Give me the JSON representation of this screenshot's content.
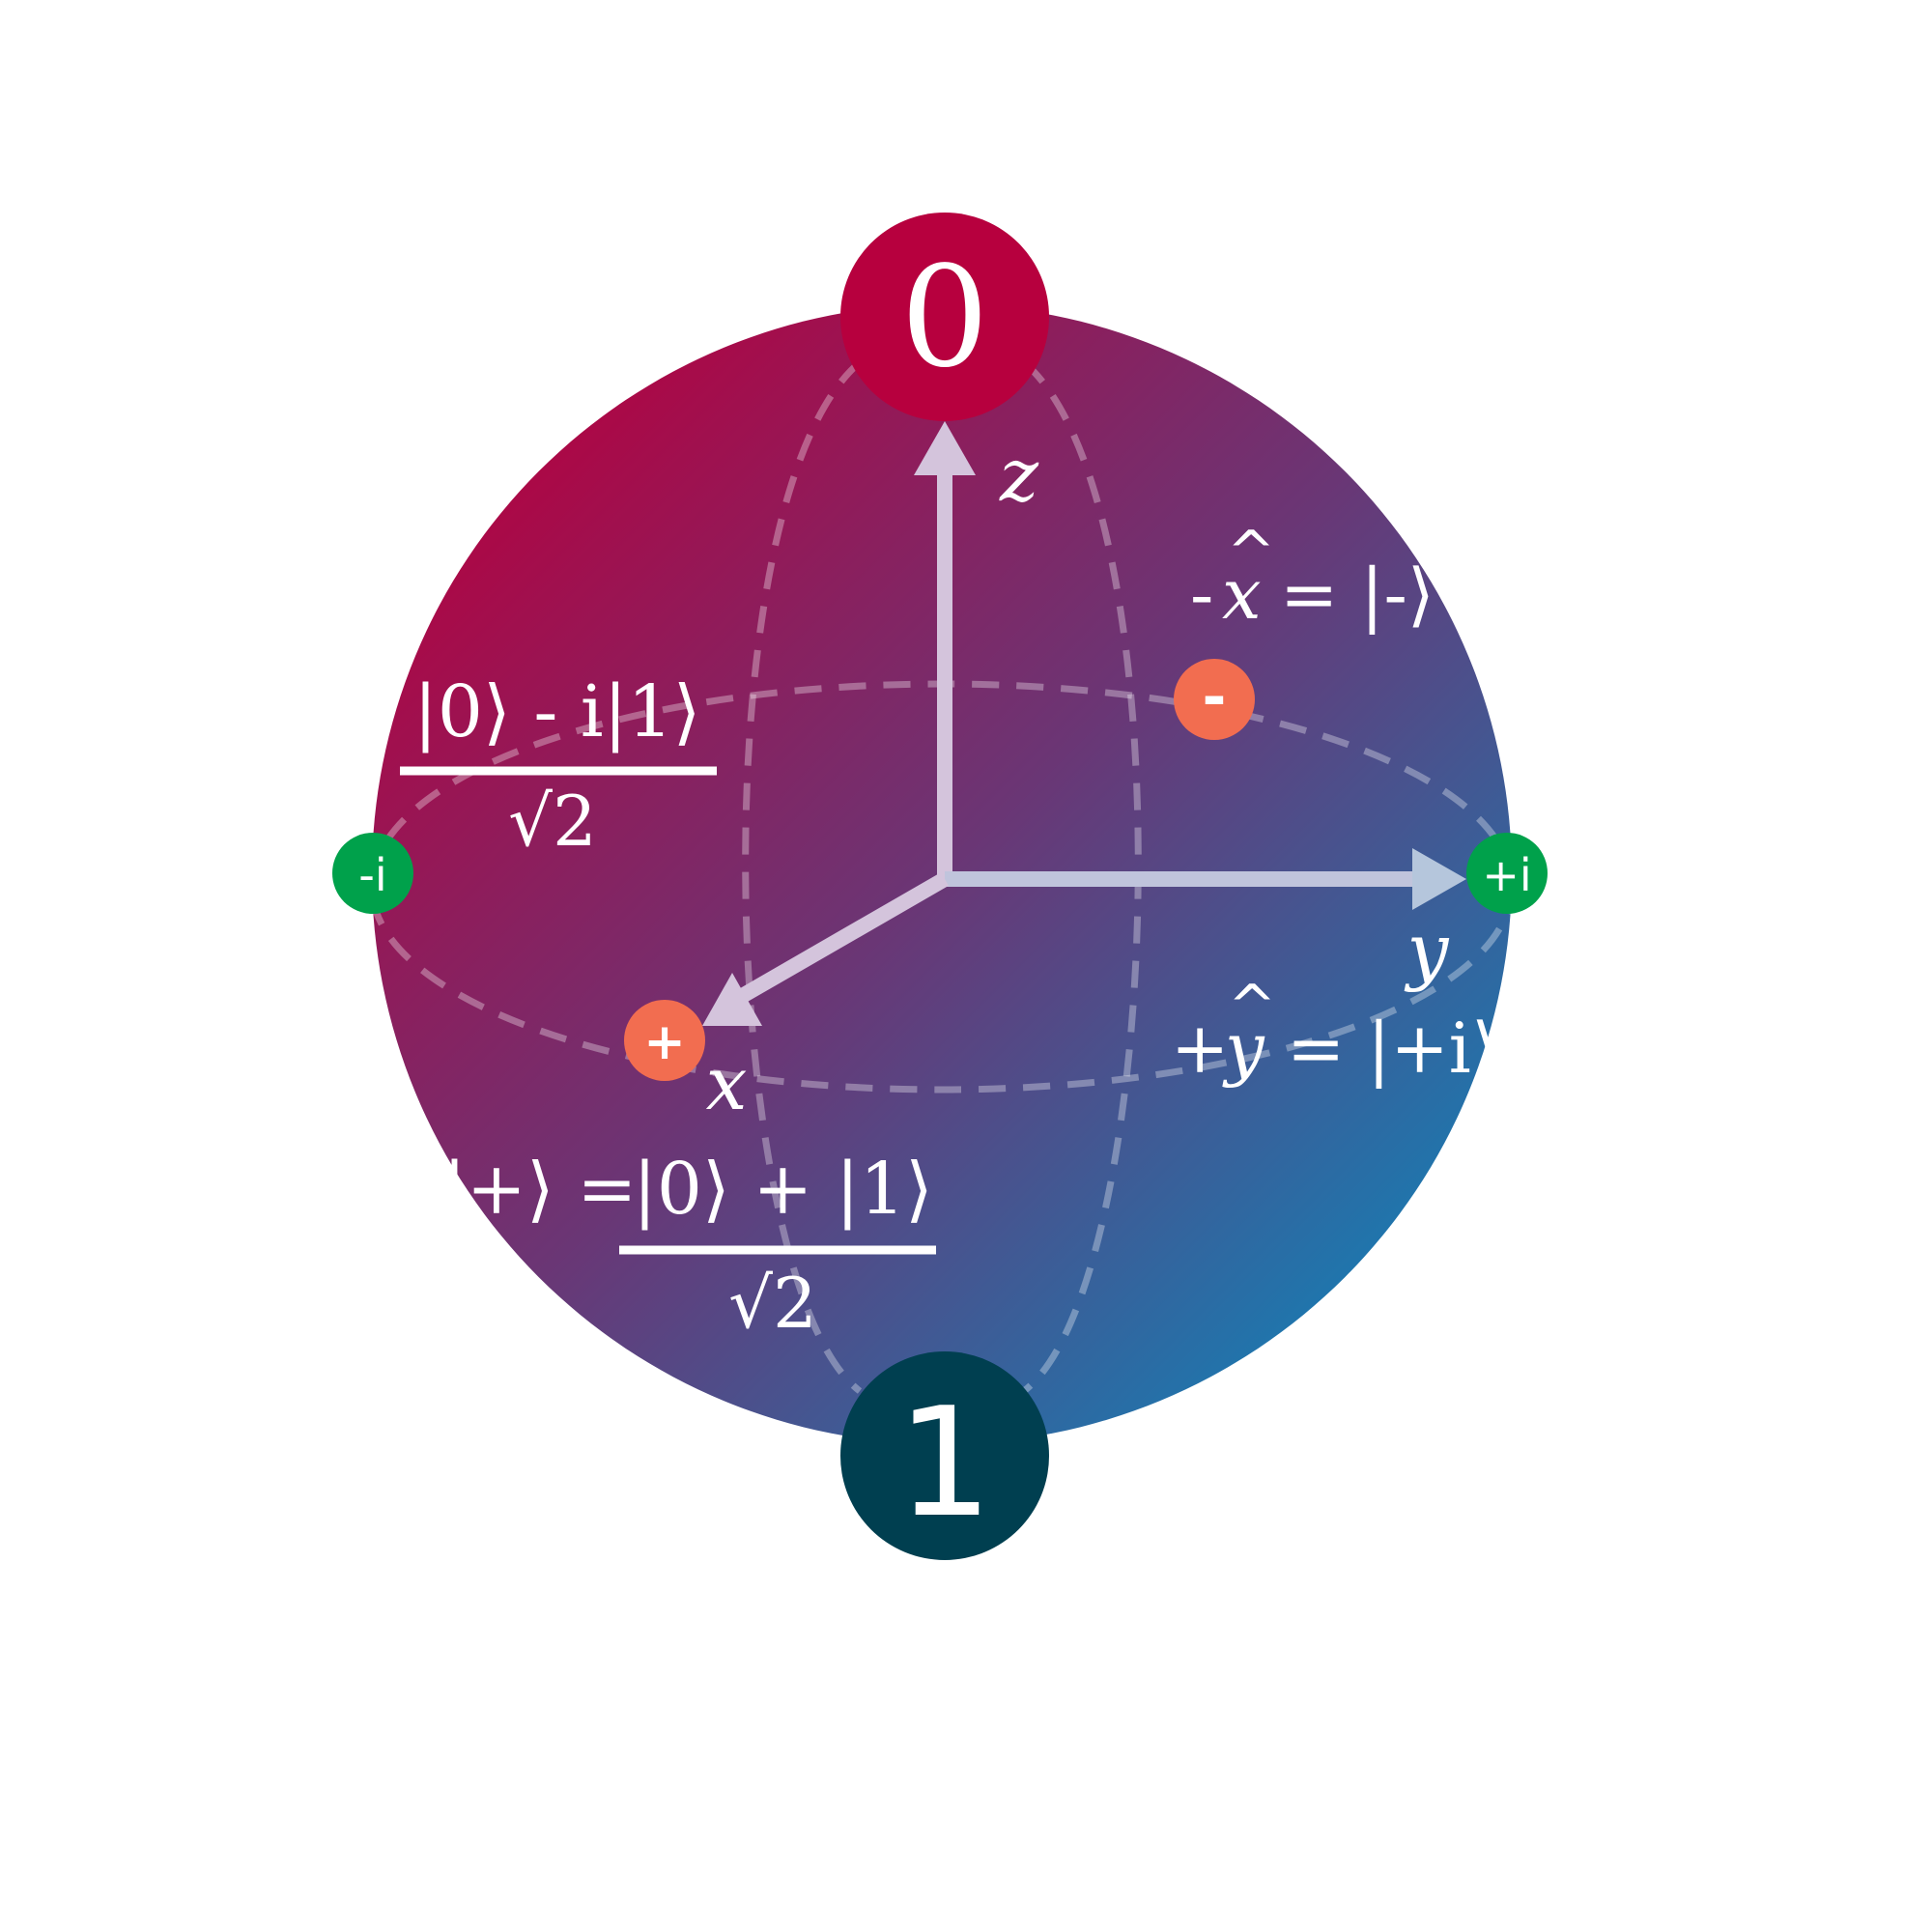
{
  "poles": {
    "zero": {
      "label": "0",
      "color": "#b7003e"
    },
    "one": {
      "label": "1",
      "color": "#003f50"
    }
  },
  "axes": {
    "z": "z",
    "y": "y",
    "x": "x"
  },
  "markers": {
    "plus": {
      "label": "+",
      "color": "#f26d50"
    },
    "minus": {
      "label": "-",
      "color": "#f26d50"
    },
    "plus_i": {
      "label": "+i",
      "color": "#00a14b"
    },
    "minus_i": {
      "label": "-i",
      "color": "#00a14b"
    }
  },
  "labels": {
    "minus_x": {
      "prefix": "-",
      "axis": "x",
      "hat": "^",
      "equation": "= |-⟩"
    },
    "plus_y": {
      "prefix": "+",
      "axis": "y",
      "hat": "^",
      "equation": "= |+i⟩"
    },
    "minus_i_state": {
      "numerator": "|0⟩ - i|1⟩",
      "denominator": "√2"
    },
    "plus_state": {
      "lhs": "|+⟩ =",
      "numerator": "|0⟩ + |1⟩",
      "denominator": "√2"
    }
  },
  "colors": {
    "gradient_top_left": "#b7003e",
    "gradient_bottom_right": "#0c86bb",
    "axis_arrow": "#d4c4dc"
  }
}
